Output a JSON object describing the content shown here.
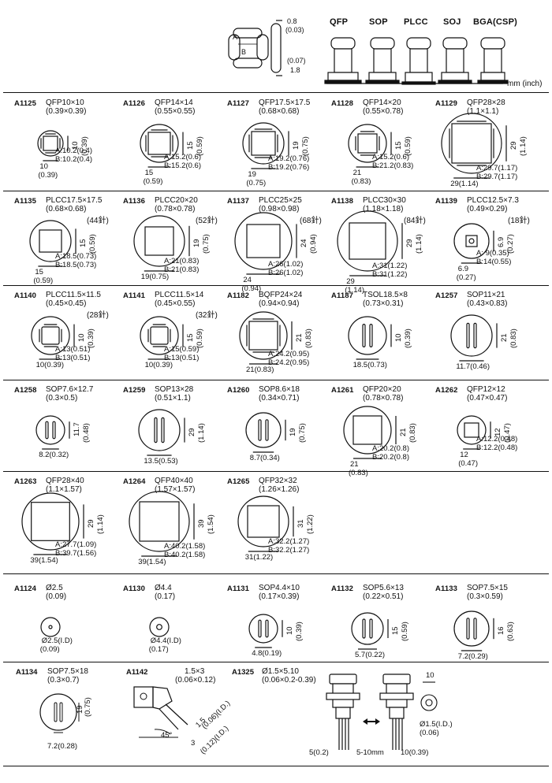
{
  "header": {
    "top_dims": [
      "0.8",
      "(0.03)",
      "(0.07)",
      "1.8"
    ],
    "ab_labels": [
      "A",
      "B"
    ],
    "packages": [
      "QFP",
      "SOP",
      "PLCC",
      "SOJ",
      "BGA(CSP)"
    ],
    "unit": "mm (inch)"
  },
  "pins_suffix": "針",
  "rows": [
    {
      "cells": [
        {
          "code": "A1125",
          "name": "QFP10×10",
          "inch": "(0.39×0.39)",
          "shape": "quad",
          "size": 18,
          "circle": 16,
          "v": [
            "10",
            "(0.39)"
          ],
          "h": [
            "10",
            "(0.39)"
          ],
          "ab": [
            "A:10.2(0.4)",
            "B:10.2(0.4)"
          ]
        },
        {
          "code": "A1126",
          "name": "QFP14×14",
          "inch": "(0.55×0.55)",
          "shape": "quad",
          "size": 28,
          "circle": 24,
          "v": [
            "15",
            "(0.59)"
          ],
          "h": [
            "15",
            "(0.59)"
          ],
          "ab": [
            "A:15.2(0.6)",
            "B:15.2(0.6)"
          ]
        },
        {
          "code": "A1127",
          "name": "QFP17.5×17.5",
          "inch": "(0.68×0.68)",
          "shape": "quad",
          "size": 30,
          "circle": 26,
          "v": [
            "19",
            "(0.75)"
          ],
          "h": [
            "19",
            "(0.75)"
          ],
          "ab": [
            "A:19.2(0.76)",
            "B:19.2(0.76)"
          ]
        },
        {
          "code": "A1128",
          "name": "QFP14×20",
          "inch": "(0.55×0.78)",
          "shape": "quad",
          "size": 24,
          "circle": 24,
          "v": [
            "15",
            "(0.59)"
          ],
          "h": [
            "21",
            "(0.83)"
          ],
          "ab": [
            "A:15.2(0.6)",
            "B:21.2(0.83)"
          ]
        },
        {
          "code": "A1129",
          "name": "QFP28×28",
          "inch": "(1.1×1.1)",
          "shape": "quad",
          "size": 50,
          "circle": 38,
          "v": [
            "29",
            "(1.14)"
          ],
          "h": [
            "29(1.14)",
            ""
          ],
          "ab": [
            "A:29.7(1.17)",
            "B:29.7(1.17)"
          ]
        }
      ]
    },
    {
      "cells": [
        {
          "code": "A1135",
          "name": "PLCC17.5×17.5",
          "inch": "(0.68×0.68)",
          "pins": "(44",
          "shape": "square",
          "size": 28,
          "circle": 26,
          "v": [
            "15",
            "(0.59)"
          ],
          "h": [
            "15",
            "(0.59)"
          ],
          "ab": [
            "A:18.5(0.73)",
            "B:18.5(0.73)"
          ]
        },
        {
          "code": "A1136",
          "name": "PLCC20×20",
          "inch": "(0.78×0.78)",
          "pins": "(52",
          "shape": "square",
          "size": 36,
          "circle": 32,
          "v": [
            "19",
            "(0.75)"
          ],
          "h": [
            "19(0.75)",
            ""
          ],
          "ab": [
            "A:21(0.83)",
            "B:21(0.83)"
          ]
        },
        {
          "code": "A1137",
          "name": "PLCC25×25",
          "inch": "(0.98×0.98)",
          "pins": "(68",
          "shape": "square",
          "size": 42,
          "circle": 36,
          "v": [
            "24",
            "(0.94)"
          ],
          "h": [
            "24",
            "(0.94)"
          ],
          "ab": [
            "A:26(1.02)",
            "B:26(1.02)"
          ]
        },
        {
          "code": "A1138",
          "name": "PLCC30×30",
          "inch": "(1.18×1.18)",
          "pins": "(84",
          "shape": "square",
          "size": 46,
          "circle": 38,
          "v": [
            "29",
            "(1.14)"
          ],
          "h": [
            "29",
            "(1.14)"
          ],
          "ab": [
            "A:31(1.22)",
            "B:31(1.22)"
          ]
        },
        {
          "code": "A1139",
          "name": "PLCC12.5×7.3",
          "inch": "(0.49×0.29)",
          "pins": "(18",
          "shape": "plcc-small",
          "size": 20,
          "circle": 22,
          "v": [
            "6.9",
            "(0.27)"
          ],
          "h": [
            "6.9",
            "(0.27)"
          ],
          "ab": [
            "A:  9(0.35)",
            "B:14(0.55)"
          ]
        }
      ]
    },
    {
      "cells": [
        {
          "code": "A1140",
          "name": "PLCC11.5×11.5",
          "inch": "(0.45×0.45)",
          "pins": "(28",
          "shape": "quad-round",
          "size": 22,
          "circle": 24,
          "v": [
            "10",
            "(0.39)"
          ],
          "h": [
            "10(0.39)",
            ""
          ],
          "ab": [
            "A:13(0.51)",
            "B:13(0.51)"
          ]
        },
        {
          "code": "A1141",
          "name": "PLCC11.5×14",
          "inch": "(0.45×0.55)",
          "pins": "(32",
          "shape": "quad-round",
          "size": 22,
          "circle": 24,
          "v": [
            "15",
            "(0.59)"
          ],
          "h": [
            "10(0.39)",
            ""
          ],
          "ab": [
            "A:15(0.59)",
            "B:13(0.51)"
          ]
        },
        {
          "code": "A1182",
          "name": "BQFP24×24",
          "inch": "(0.94×0.94)",
          "shape": "quad-open",
          "size": 36,
          "circle": 30,
          "v": [
            "21",
            "(0.83)"
          ],
          "h": [
            "21(0.83)",
            ""
          ],
          "ab": [
            "A:24.2(0.95)",
            "B:24.2(0.95)"
          ]
        },
        {
          "code": "A1187",
          "name": "TSOL18.5×8",
          "inch": "(0.73×0.31)",
          "shape": "tsol",
          "size": 24,
          "circle": 24,
          "v": [
            "10",
            "(0.39)"
          ],
          "h": [
            "18.5(0.73)",
            ""
          ],
          "ab": [
            "",
            ""
          ]
        },
        {
          "code": "A1257",
          "name": "SOP11×21",
          "inch": "(0.43×0.83)",
          "shape": "sop",
          "size": 24,
          "circle": 26,
          "v": [
            "21",
            "(0.83)"
          ],
          "h": [
            "11.7(0.46)",
            ""
          ],
          "ab": [
            "",
            ""
          ]
        }
      ]
    },
    {
      "cells": [
        {
          "code": "A1258",
          "name": "SOP7.6×12.7",
          "inch": "(0.3×0.5)",
          "shape": "sop",
          "size": 16,
          "circle": 18,
          "v": [
            "11.7",
            "(0.48)"
          ],
          "h": [
            "8.2(0.32)",
            ""
          ],
          "ab": [
            "",
            ""
          ]
        },
        {
          "code": "A1259",
          "name": "SOP13×28",
          "inch": "(0.51×1.1)",
          "shape": "sop",
          "size": 28,
          "circle": 26,
          "v": [
            "29",
            "(1.14)"
          ],
          "h": [
            "13.5(0.53)",
            ""
          ],
          "ab": [
            "",
            ""
          ]
        },
        {
          "code": "A1260",
          "name": "SOP8.6×18",
          "inch": "(0.34×0.71)",
          "shape": "sop",
          "size": 20,
          "circle": 22,
          "v": [
            "19",
            "(0.75)"
          ],
          "h": [
            "8.7(0.34)",
            ""
          ],
          "ab": [
            "",
            ""
          ]
        },
        {
          "code": "A1261",
          "name": "QFP20×20",
          "inch": "(0.78×0.78)",
          "shape": "square",
          "size": 36,
          "circle": 30,
          "v": [
            "21",
            "(0.83)"
          ],
          "h": [
            "21",
            "(0.83)"
          ],
          "ab": [
            "A:20.2(0.8)",
            "B:20.2(0.8)"
          ]
        },
        {
          "code": "A1262",
          "name": "QFP12×12",
          "inch": "(0.47×0.47)",
          "shape": "square",
          "size": 18,
          "circle": 18,
          "v": [
            "12",
            "(0.47)"
          ],
          "h": [
            "12",
            "(0.47)"
          ],
          "ab": [
            "A:12.2(0.48)",
            "B:12.2(0.48)"
          ]
        }
      ]
    },
    {
      "cells": [
        {
          "code": "A1263",
          "name": "QFP28×40",
          "inch": "(1.1×1.57)",
          "shape": "square",
          "size": 50,
          "circle": 36,
          "v": [
            "29",
            "(1.14)"
          ],
          "h": [
            "39(1.54)",
            ""
          ],
          "ab": [
            "A:27.7(1.09)",
            "B:39.7(1.56)"
          ]
        },
        {
          "code": "A1264",
          "name": "QFP40×40",
          "inch": "(1.57×1.57)",
          "shape": "square",
          "size": 50,
          "circle": 38,
          "v": [
            "39",
            "(1.54)"
          ],
          "h": [
            "39(1.54)",
            ""
          ],
          "ab": [
            "A:40.2(1.58)",
            "B:40.2(1.58)"
          ]
        },
        {
          "code": "A1265",
          "name": "QFP32×32",
          "inch": "(1.26×1.26)",
          "shape": "square",
          "size": 40,
          "circle": 32,
          "v": [
            "31",
            "(1.22)"
          ],
          "h": [
            "31(1.22)",
            ""
          ],
          "ab": [
            "A:32.2(1.27)",
            "B:32.2(1.27)"
          ]
        }
      ]
    },
    {
      "cells": [
        {
          "code": "A1124",
          "name": "Ø2.5",
          "inch": "(0.09)",
          "shape": "dot",
          "size": 6,
          "circle": 12,
          "v": [
            "",
            ""
          ],
          "h": [
            "Ø2.5(I.D)",
            "(0.09)"
          ],
          "ab": [
            "",
            ""
          ]
        },
        {
          "code": "A1130",
          "name": "Ø4.4",
          "inch": "(0.17)",
          "shape": "dot",
          "size": 10,
          "circle": 12,
          "v": [
            "",
            ""
          ],
          "h": [
            "Ø4.4(I.D)",
            "(0.17)"
          ],
          "ab": [
            "",
            ""
          ]
        },
        {
          "code": "A1131",
          "name": "SOP4.4×10",
          "inch": "(0.17×0.39)",
          "shape": "sop",
          "size": 16,
          "circle": 18,
          "v": [
            "10",
            "(0.39)"
          ],
          "h": [
            "4.8(0.19)",
            ""
          ],
          "ab": [
            "",
            ""
          ]
        },
        {
          "code": "A1132",
          "name": "SOP5.6×13",
          "inch": "(0.22×0.51)",
          "shape": "sop",
          "size": 18,
          "circle": 20,
          "v": [
            "15",
            "(0.59)"
          ],
          "h": [
            "5.7(0.22)",
            ""
          ],
          "ab": [
            "",
            ""
          ]
        },
        {
          "code": "A1133",
          "name": "SOP7.5×15",
          "inch": "(0.3×0.59)",
          "shape": "sop",
          "size": 20,
          "circle": 22,
          "v": [
            "16",
            "(0.63)"
          ],
          "h": [
            "7.2(0.29)",
            ""
          ],
          "ab": [
            "",
            ""
          ]
        }
      ]
    }
  ],
  "last_row": {
    "a1134": {
      "code": "A1134",
      "name": "SOP7.5×18",
      "inch": "(0.3×0.7)",
      "v": [
        "19",
        "(0.75)"
      ],
      "h": "7.2(0.28)"
    },
    "a1142": {
      "code": "A1142",
      "name": "1.5×3",
      "inch": "(0.06×0.12)",
      "angle": "45°",
      "dims": [
        "1.5",
        "(0.06)(I.D.)",
        "3",
        "(0.12)(I.D.)"
      ]
    },
    "a1325": {
      "code": "A1325",
      "name": "Ø1.5×5.10",
      "inch": "(0.06×0.2-0.39)",
      "dims": [
        "10",
        "Ø1.5(I.D.)",
        "(0.06)",
        "5(0.2)",
        "5-10mm",
        "10(0.39)"
      ]
    }
  }
}
